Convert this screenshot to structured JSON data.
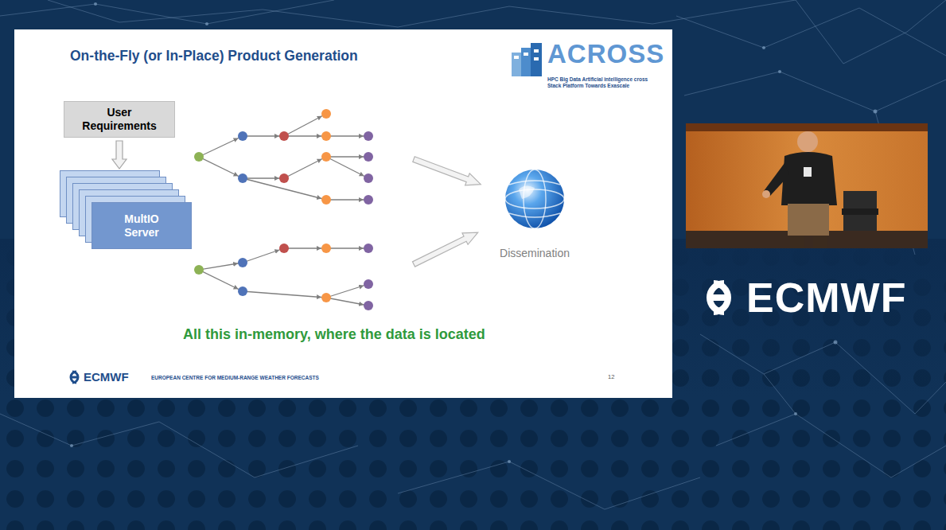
{
  "diagram": {
    "title": "On-the-Fly (or In-Place) Product Generation",
    "nodes": [
      {
        "text": [
          "User Requirements"
        ]
      },
      {
        "text": [
          "MultIO Server"
        ]
      }
    ],
    "edges": [
      {
        "from": 0,
        "to": 1,
        "arrow": "to"
      }
    ],
    "labels": [
      "ACROSS",
      "HPC Big Data Artificial intelligence cross Stack Platform Towards Exascale",
      "Dissemination",
      "All this in-memory, where the data is located",
      "ECMWF",
      "EUROPEAN CENTRE FOR MEDIUM-RANGE WEATHER FORECASTS",
      "12",
      "ECMWF"
    ]
  }
}
